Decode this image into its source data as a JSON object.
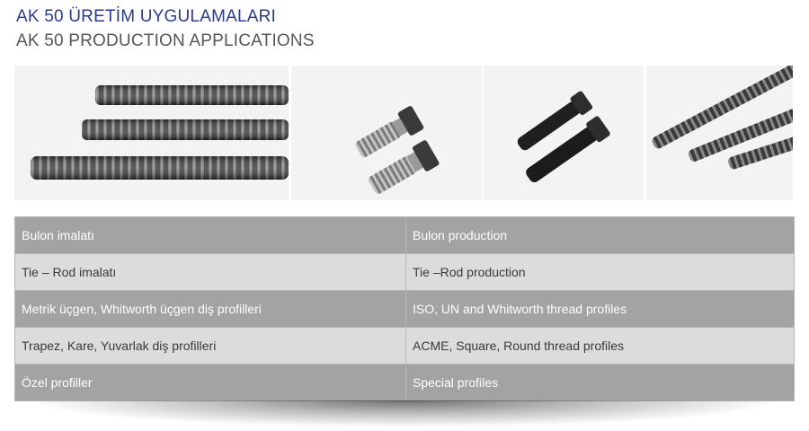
{
  "header": {
    "title_tr": "AK 50 ÜRETİM UYGULAMALARI",
    "title_en": "AK 50 PRODUCTION APPLICATIONS"
  },
  "photos": [
    {
      "icon": "threaded-rods-icon"
    },
    {
      "icon": "t-head-bolts-icon"
    },
    {
      "icon": "black-bolts-icon"
    },
    {
      "icon": "angled-rods-icon"
    }
  ],
  "table": {
    "rows": [
      {
        "tr": "Bulon imalatı",
        "en": "Bulon production"
      },
      {
        "tr": "Tie – Rod imalatı",
        "en": "Tie –Rod production"
      },
      {
        "tr": "Metrik üçgen, Whitworth üçgen diş profilleri",
        "en": "ISO, UN and Whitworth thread profiles"
      },
      {
        "tr": "Trapez, Kare, Yuvarlak diş profilleri",
        "en": "ACME, Square, Round thread profiles"
      },
      {
        "tr": "Özel profiller",
        "en": "Special profiles"
      }
    ]
  },
  "colors": {
    "title_tr": "#2b3a8c",
    "title_en": "#555555",
    "row_dark": "#a3a3a3",
    "row_light": "#dcdcdc"
  }
}
